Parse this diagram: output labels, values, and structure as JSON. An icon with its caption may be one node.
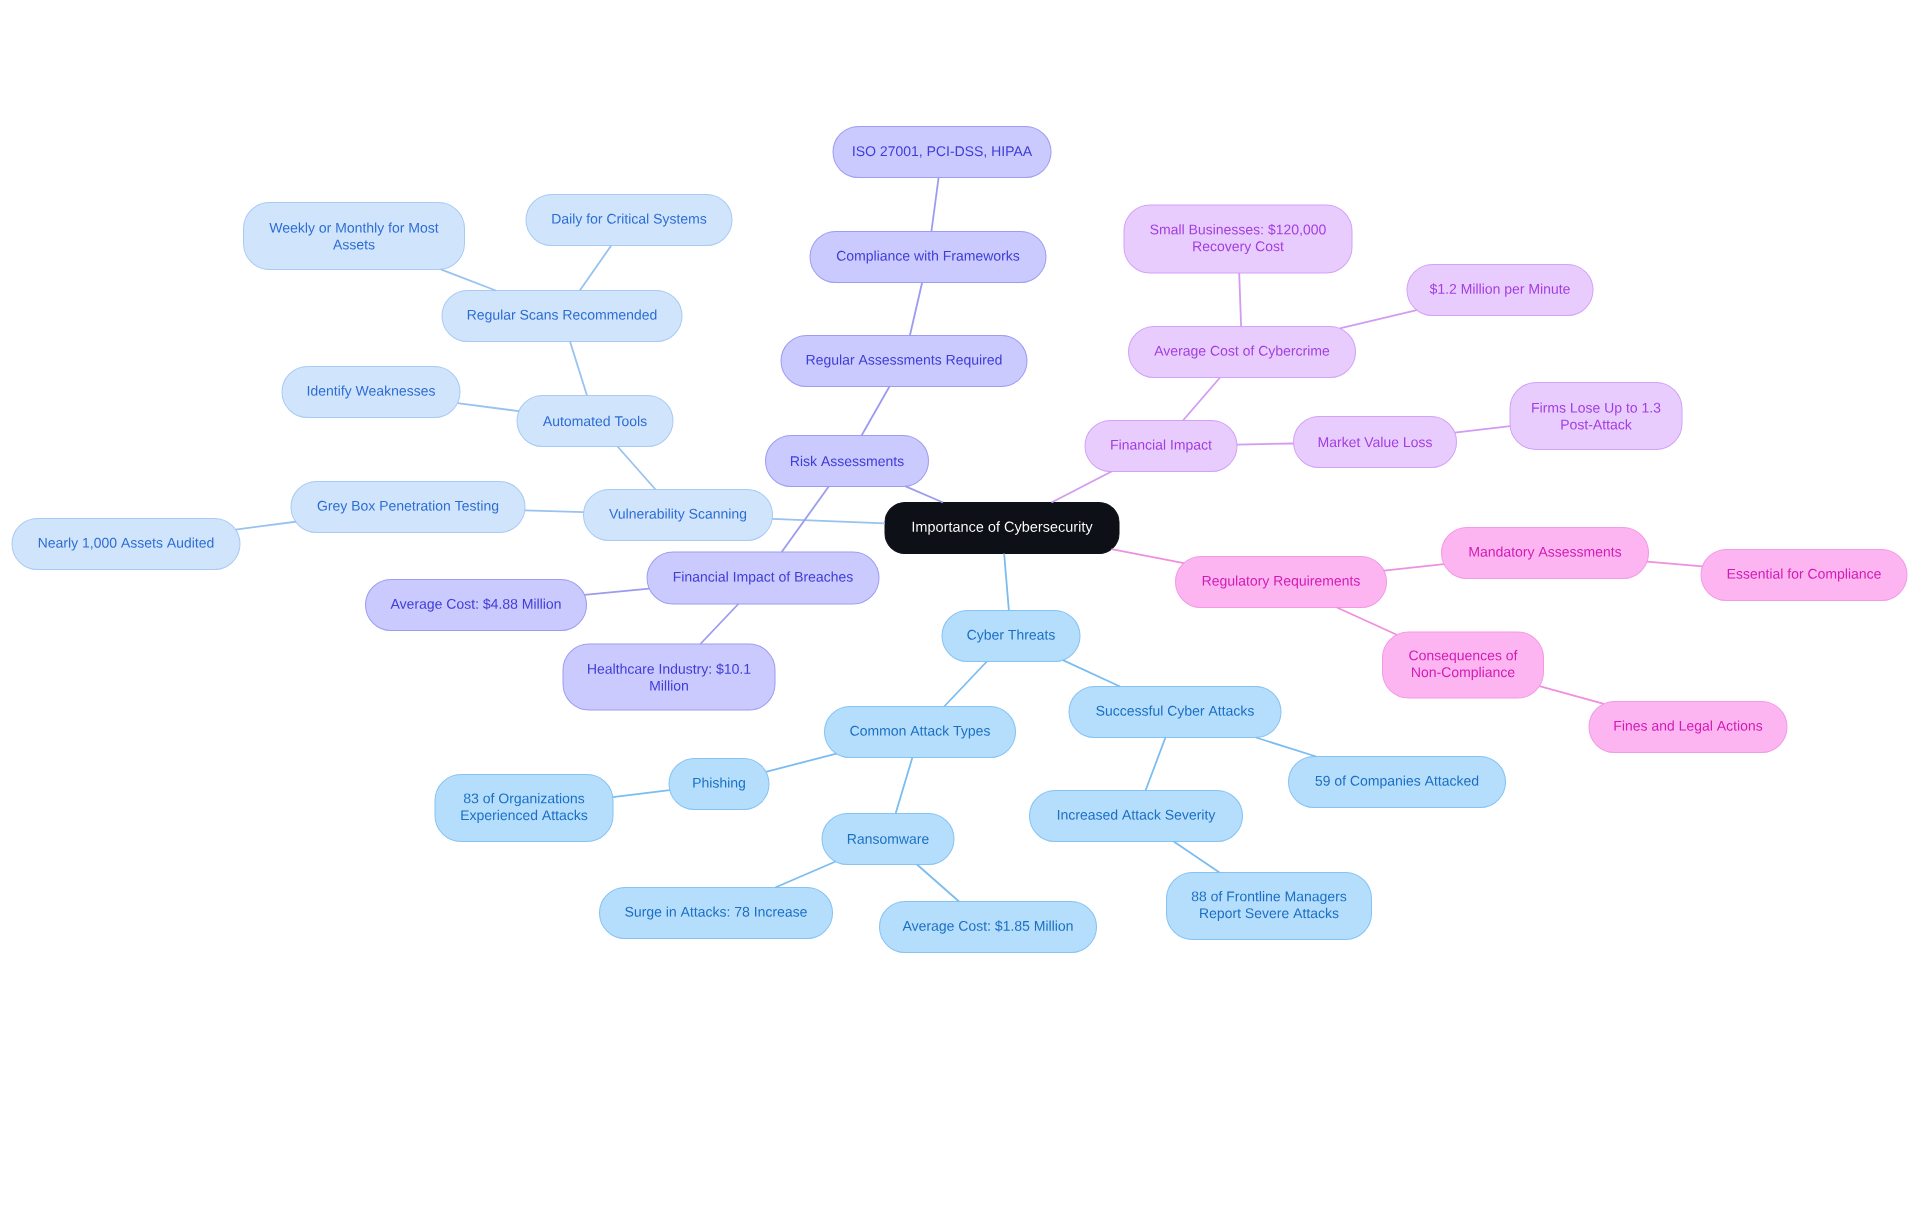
{
  "diagram": {
    "nodes": [
      {
        "text": [
          "Importance of Cybersecurity"
        ]
      },
      {
        "text": [
          "Vulnerability Scanning"
        ]
      },
      {
        "text": [
          "Automated Tools"
        ]
      },
      {
        "text": [
          "Regular Scans Recommended"
        ]
      },
      {
        "text": [
          "Weekly or Monthly for Most Assets"
        ]
      },
      {
        "text": [
          "Daily for Critical Systems"
        ]
      },
      {
        "text": [
          "Identify Weaknesses"
        ]
      },
      {
        "text": [
          "Grey Box Penetration Testing"
        ]
      },
      {
        "text": [
          "Nearly 1,000 Assets Audited"
        ]
      },
      {
        "text": [
          "Risk Assessments"
        ]
      },
      {
        "text": [
          "Regular Assessments Required"
        ]
      },
      {
        "text": [
          "Compliance with Frameworks"
        ]
      },
      {
        "text": [
          "ISO 27001, PCI-DSS, HIPAA"
        ]
      },
      {
        "text": [
          "Financial Impact of Breaches"
        ]
      },
      {
        "text": [
          "Average Cost: $4.88 Million"
        ]
      },
      {
        "text": [
          "Healthcare Industry: $10.1 Million"
        ]
      },
      {
        "text": [
          "Financial Impact"
        ]
      },
      {
        "text": [
          "Average Cost of Cybercrime"
        ]
      },
      {
        "text": [
          "Small Businesses: $120,000 Recovery Cost"
        ]
      },
      {
        "text": [
          "$1.2 Million per Minute"
        ]
      },
      {
        "text": [
          "Market Value Loss"
        ]
      },
      {
        "text": [
          "Firms Lose Up to 1.3 Post-Attack"
        ]
      },
      {
        "text": [
          "Regulatory Requirements"
        ]
      },
      {
        "text": [
          "Mandatory Assessments"
        ]
      },
      {
        "text": [
          "Essential for Compliance"
        ]
      },
      {
        "text": [
          "Consequences of Non-Compliance"
        ]
      },
      {
        "text": [
          "Fines and Legal Actions"
        ]
      },
      {
        "text": [
          "Cyber Threats"
        ]
      },
      {
        "text": [
          "Common Attack Types"
        ]
      },
      {
        "text": [
          "Phishing"
        ]
      },
      {
        "text": [
          "83 of Organizations Experienced Attacks"
        ]
      },
      {
        "text": [
          "Ransomware"
        ]
      },
      {
        "text": [
          "Surge in Attacks: 78 Increase"
        ]
      },
      {
        "text": [
          "Average Cost: $1.85 Million"
        ]
      },
      {
        "text": [
          "Successful Cyber Attacks"
        ]
      },
      {
        "text": [
          "Increased Attack Severity"
        ]
      },
      {
        "text": [
          "88 of Frontline Managers Report Severe Attacks"
        ]
      },
      {
        "text": [
          "59 of Companies Attacked"
        ]
      }
    ],
    "edges": [
      {
        "from": 0,
        "to": 1,
        "arrow": "none",
        "color": "#98c2f0"
      },
      {
        "from": 1,
        "to": 2,
        "arrow": "none",
        "color": "#98c2f0"
      },
      {
        "from": 2,
        "to": 3,
        "arrow": "none",
        "color": "#98c2f0"
      },
      {
        "from": 3,
        "to": 4,
        "arrow": "none",
        "color": "#98c2f0"
      },
      {
        "from": 3,
        "to": 5,
        "arrow": "none",
        "color": "#98c2f0"
      },
      {
        "from": 2,
        "to": 6,
        "arrow": "none",
        "color": "#98c2f0"
      },
      {
        "from": 1,
        "to": 7,
        "arrow": "none",
        "color": "#98c2f0"
      },
      {
        "from": 7,
        "to": 8,
        "arrow": "none",
        "color": "#98c2f0"
      },
      {
        "from": 0,
        "to": 9,
        "arrow": "none",
        "color": "#9b9bef"
      },
      {
        "from": 9,
        "to": 10,
        "arrow": "none",
        "color": "#9b9bef"
      },
      {
        "from": 10,
        "to": 11,
        "arrow": "none",
        "color": "#9b9bef"
      },
      {
        "from": 11,
        "to": 12,
        "arrow": "none",
        "color": "#9b9bef"
      },
      {
        "from": 9,
        "to": 13,
        "arrow": "none",
        "color": "#9b9bef"
      },
      {
        "from": 13,
        "to": 14,
        "arrow": "none",
        "color": "#9b9bef"
      },
      {
        "from": 13,
        "to": 15,
        "arrow": "none",
        "color": "#9b9bef"
      },
      {
        "from": 0,
        "to": 16,
        "arrow": "none",
        "color": "#d39bf3"
      },
      {
        "from": 16,
        "to": 17,
        "arrow": "none",
        "color": "#d39bf3"
      },
      {
        "from": 17,
        "to": 18,
        "arrow": "none",
        "color": "#d39bf3"
      },
      {
        "from": 17,
        "to": 19,
        "arrow": "none",
        "color": "#d39bf3"
      },
      {
        "from": 16,
        "to": 20,
        "arrow": "none",
        "color": "#d39bf3"
      },
      {
        "from": 20,
        "to": 21,
        "arrow": "none",
        "color": "#d39bf3"
      },
      {
        "from": 0,
        "to": 22,
        "arrow": "none",
        "color": "#f08fde"
      },
      {
        "from": 22,
        "to": 23,
        "arrow": "none",
        "color": "#f08fde"
      },
      {
        "from": 23,
        "to": 24,
        "arrow": "none",
        "color": "#f08fde"
      },
      {
        "from": 22,
        "to": 25,
        "arrow": "none",
        "color": "#f08fde"
      },
      {
        "from": 25,
        "to": 26,
        "arrow": "none",
        "color": "#f08fde"
      },
      {
        "from": 0,
        "to": 27,
        "arrow": "none"
      },
      {
        "from": 27,
        "to": 28,
        "arrow": "none"
      },
      {
        "from": 28,
        "to": 29,
        "arrow": "none"
      },
      {
        "from": 29,
        "to": 30,
        "arrow": "none"
      },
      {
        "from": 28,
        "to": 31,
        "arrow": "none"
      },
      {
        "from": 31,
        "to": 32,
        "arrow": "none"
      },
      {
        "from": 31,
        "to": 33,
        "arrow": "none"
      },
      {
        "from": 27,
        "to": 34,
        "arrow": "none"
      },
      {
        "from": 34,
        "to": 35,
        "arrow": "none"
      },
      {
        "from": 35,
        "to": 36,
        "arrow": "none"
      },
      {
        "from": 34,
        "to": 37,
        "arrow": "none"
      }
    ]
  }
}
